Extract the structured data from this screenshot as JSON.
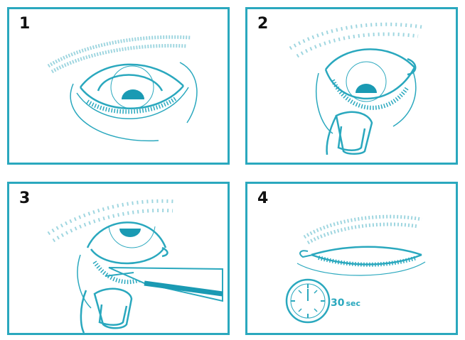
{
  "panels": [
    {
      "number": "1"
    },
    {
      "number": "2"
    },
    {
      "number": "3"
    },
    {
      "number": "4",
      "timer_value": "30",
      "timer_unit": "sec"
    }
  ],
  "colors": {
    "line": "#2aa8be",
    "fill": "#1a9ab3",
    "brow": "#9fd6e0",
    "number": "#111111"
  },
  "icons": [
    "eye-icon",
    "finger-icon",
    "eyedropper-icon",
    "closed-eye-icon",
    "stopwatch-icon"
  ]
}
